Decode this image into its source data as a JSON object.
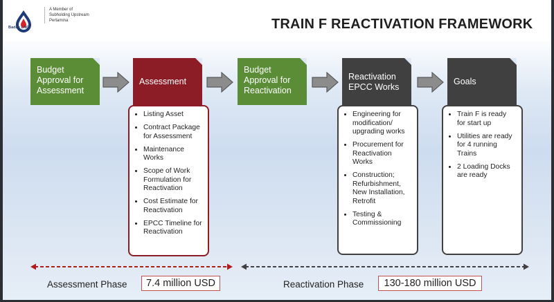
{
  "header": {
    "logo_name": "Badak LNG",
    "member_lines": [
      "A Member of",
      "Subholding Upstream",
      "Pertamina"
    ],
    "title": "TRAIN F REACTIVATION FRAMEWORK"
  },
  "steps": [
    {
      "label": "Budget Approval for Assessment",
      "color": "#5a8d35"
    },
    {
      "label": "Assessment",
      "color": "#8c1c25"
    },
    {
      "label": "Budget Approval for Reactivation",
      "color": "#5a8d35"
    },
    {
      "label": "Reactivation EPCC Works",
      "color": "#404040"
    },
    {
      "label": "Goals",
      "color": "#404040"
    }
  ],
  "lists": {
    "assessment": [
      "Listing Asset",
      "Contract Package for Assessment",
      "Maintenance Works",
      "Scope of Work Formulation for Reactivation",
      "Cost Estimate for Reactivation",
      "EPCC Timeline for Reactivation"
    ],
    "epcc": [
      "Engineering for modification/ upgrading works",
      "Procurement for Reactivation Works",
      "Construction; Refurbishment, New Installation, Retrofit",
      "Testing & Commissioning"
    ],
    "goals": [
      "Train F is ready for start up",
      "Utilities are ready for 4 running Trains",
      "2 Loading Docks are ready"
    ]
  },
  "phases": {
    "assessment": {
      "label": "Assessment Phase",
      "value": "7.4 million USD",
      "color": "#b01c1c"
    },
    "reactivation": {
      "label": "Reactivation Phase",
      "value": "130-180 million USD",
      "color": "#404040"
    }
  }
}
